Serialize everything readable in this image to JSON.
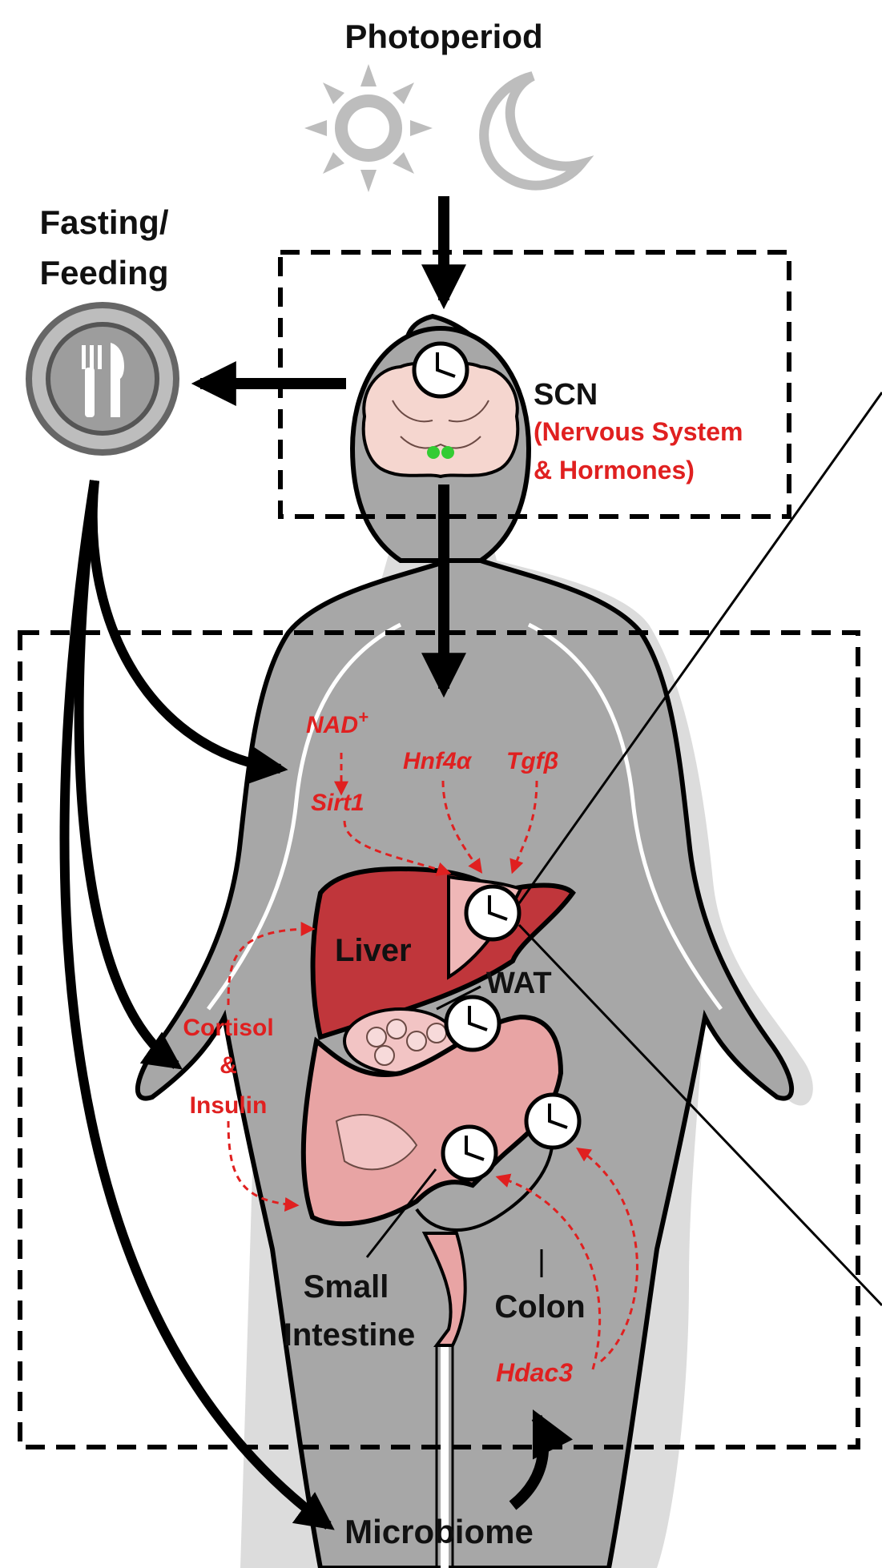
{
  "inputs": {
    "photoperiod": "Photoperiod",
    "fasting_feeding_line1": "Fasting/",
    "fasting_feeding_line2": "Feeding"
  },
  "brain": {
    "label": "SCN",
    "sub_line1": "(Nervous System",
    "sub_line2": "& Hormones)"
  },
  "organs": {
    "liver": "Liver",
    "wat": "WAT",
    "small_intestine_line1": "Small",
    "small_intestine_line2": "Intestine",
    "colon": "Colon"
  },
  "signals": {
    "nad": "NAD",
    "nad_sup": "+",
    "sirt1": "Sirt1",
    "hnf4a": "Hnf4α",
    "tgfb": "Tgfβ",
    "cortisol": "Cortisol",
    "amp": "&",
    "insulin": "Insulin",
    "hdac3": "Hdac3"
  },
  "microbiome": "Microbiome",
  "colors": {
    "signal_red": "#e02020",
    "liver_red": "#c0363b",
    "body_gray": "#a7a7a7",
    "silhouette_light": "#dcdcdc",
    "icon_gray": "#bdbdbd",
    "intestine_pink": "#e8a4a4",
    "scn_green": "#33cc33"
  }
}
